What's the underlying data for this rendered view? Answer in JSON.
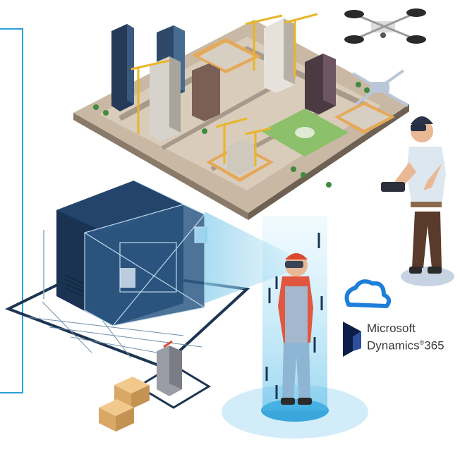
{
  "brand": {
    "line1": "Microsoft",
    "line2_name": "Dynamics",
    "line2_reg": "®",
    "line2_num": "365"
  },
  "colors": {
    "frame": "#2a9fd6",
    "machine_dark": "#16304f",
    "hologram": "#7fd3f2",
    "cloud": "#1e7fd8",
    "dynamics": "#0b1e4a"
  }
}
